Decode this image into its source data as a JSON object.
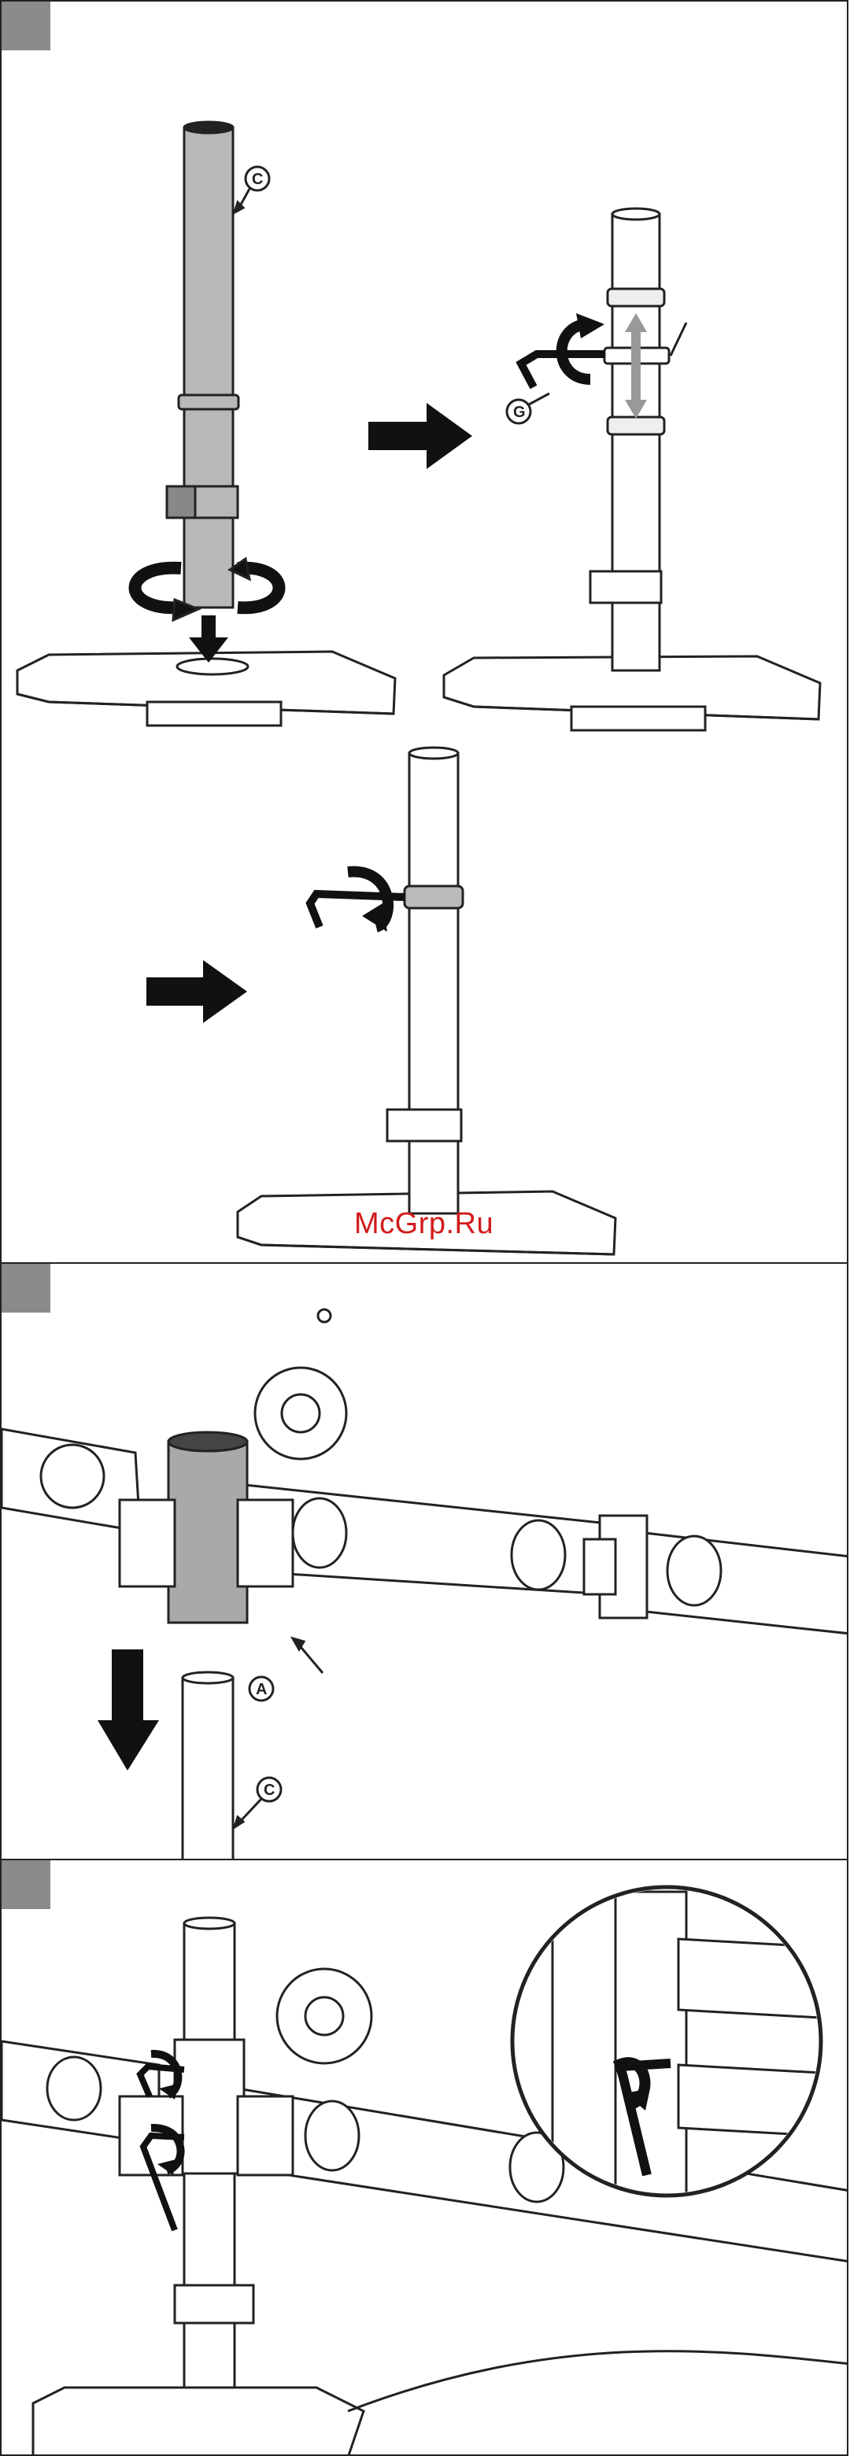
{
  "panels": [
    {
      "id": "panel-1",
      "callouts": [
        "C",
        "G"
      ]
    },
    {
      "id": "panel-2",
      "callouts": [
        "A",
        "C"
      ]
    },
    {
      "id": "panel-3",
      "callouts": []
    }
  ],
  "labels": {
    "c_top": "C",
    "g": "G",
    "a": "A",
    "c_mid": "C"
  },
  "watermark": "McGrp.Ru",
  "colors": {
    "line": "#222222",
    "pole_fill": "#b8b8b8",
    "step_tab": "#8a8a8a",
    "arrow": "#111111",
    "watermark": "#d21a1a"
  }
}
